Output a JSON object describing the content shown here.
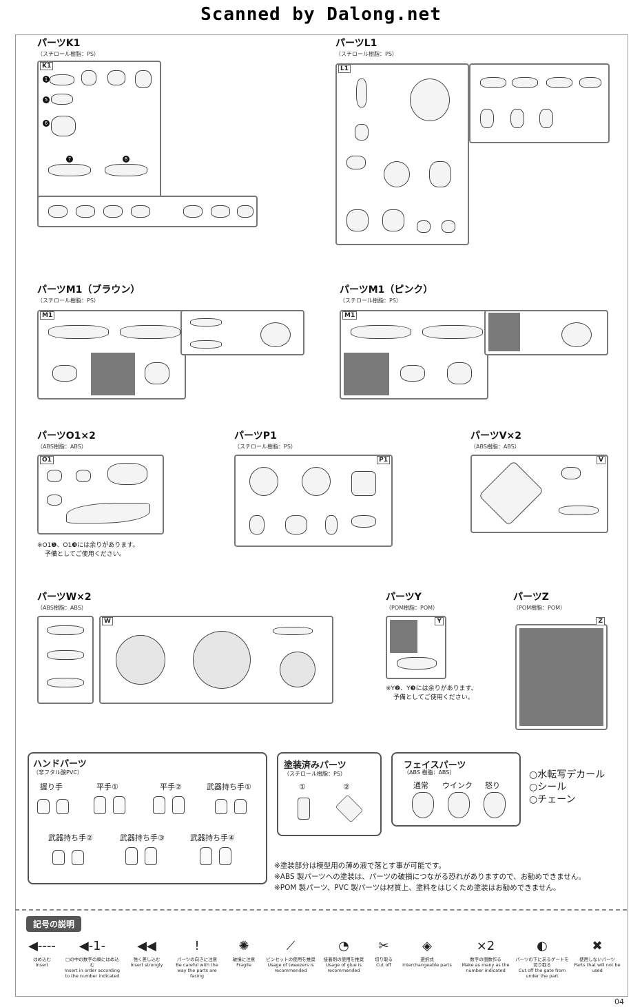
{
  "header": {
    "scan_credit": "Scanned by Dalong.net"
  },
  "sections": [
    {
      "id": "k1",
      "title": "パーツK1",
      "sub": "（スチロール樹脂：PS）",
      "tag": "K1"
    },
    {
      "id": "l1",
      "title": "パーツL1",
      "sub": "（スチロール樹脂：PS）",
      "tag": "L1"
    },
    {
      "id": "m1b",
      "title": "パーツM1（ブラウン）",
      "sub": "（スチロール樹脂：PS）",
      "tag": "M1"
    },
    {
      "id": "m1p",
      "title": "パーツM1（ピンク）",
      "sub": "（スチロール樹脂：PS）",
      "tag": "M1"
    },
    {
      "id": "o1",
      "title": "パーツO1×2",
      "sub": "（ABS樹脂：ABS）",
      "tag": "O1"
    },
    {
      "id": "p1",
      "title": "パーツP1",
      "sub": "（スチロール樹脂：PS）",
      "tag": "P1"
    },
    {
      "id": "v",
      "title": "パーツV×2",
      "sub": "（ABS樹脂：ABS）",
      "tag": "V"
    },
    {
      "id": "w",
      "title": "パーツW×2",
      "sub": "（ABS樹脂：ABS）",
      "tag": "W"
    },
    {
      "id": "y",
      "title": "パーツY",
      "sub": "（POM樹脂：POM）",
      "tag": "Y"
    },
    {
      "id": "z",
      "title": "パーツZ",
      "sub": "（POM樹脂：POM）",
      "tag": "Z"
    }
  ],
  "notes": {
    "o1": [
      "※O1❶、O1❸には余りがあります。",
      "予備としてご使用ください。"
    ],
    "y": [
      "※Y❷、Y❸には余りがあります。",
      "予備としてご使用ください。"
    ]
  },
  "hand_parts": {
    "title": "ハンドパーツ",
    "sub": "（非フタル酸PVC）",
    "items": [
      "握り手",
      "平手①",
      "平手②",
      "武器持ち手①",
      "武器持ち手②",
      "武器持ち手③",
      "武器持ち手④"
    ]
  },
  "painted_parts": {
    "title": "塗装済みパーツ",
    "sub": "（スチロール樹脂：PS）",
    "items": [
      "①",
      "②"
    ]
  },
  "face_parts": {
    "title": "フェイスパーツ",
    "sub": "（ABS 樹脂：ABS）",
    "items": [
      "通常",
      "ウインク",
      "怒り"
    ]
  },
  "extras": [
    "○水転写デカール",
    "○シール",
    "○チェーン"
  ],
  "warnings": [
    "※塗装部分は模型用の薄め液で落とす事が可能です。",
    "※ABS 製パーツへの塗装は、パーツの破損につながる恐れがありますので、お勧めできません。",
    "※POM 製パーツ、PVC 製パーツは材質上、塗料をはじくため塗装はお勧めできません。"
  ],
  "legend": {
    "title": "記号の説明",
    "symbols": [
      {
        "icon": "◀----",
        "jp": "はめ込む",
        "en": "Insert"
      },
      {
        "icon": "◀-1-",
        "jp": "□の中の数字の順にはめ込む",
        "en": "Insert in order according to the number indicated"
      },
      {
        "icon": "◀◀",
        "jp": "強く差し込む",
        "en": "Insert strongly"
      },
      {
        "icon": "!",
        "jp": "パーツの向きに注意",
        "en": "Be careful with the way the parts are facing"
      },
      {
        "icon": "✺",
        "jp": "破損に注意",
        "en": "Fragile"
      },
      {
        "icon": "⟋",
        "jp": "ピンセットの使用を推奨",
        "en": "Usage of tweezers is recommended"
      },
      {
        "icon": "◔",
        "jp": "接着剤の使用を推奨",
        "en": "Usage of glue is recommended"
      },
      {
        "icon": "✂",
        "jp": "切り取る",
        "en": "Cut off"
      },
      {
        "icon": "◈",
        "jp": "選択式",
        "en": "Interchangeable parts"
      },
      {
        "icon": "×2",
        "jp": "数字の個数作る",
        "en": "Make as many as the number indicated"
      },
      {
        "icon": "◐",
        "jp": "パーツの下にあるゲートを切り取る",
        "en": "Cut off the gate from under the part"
      },
      {
        "icon": "✖",
        "jp": "使用しないパーツ",
        "en": "Parts that will not be used"
      }
    ]
  },
  "page_number": "04"
}
